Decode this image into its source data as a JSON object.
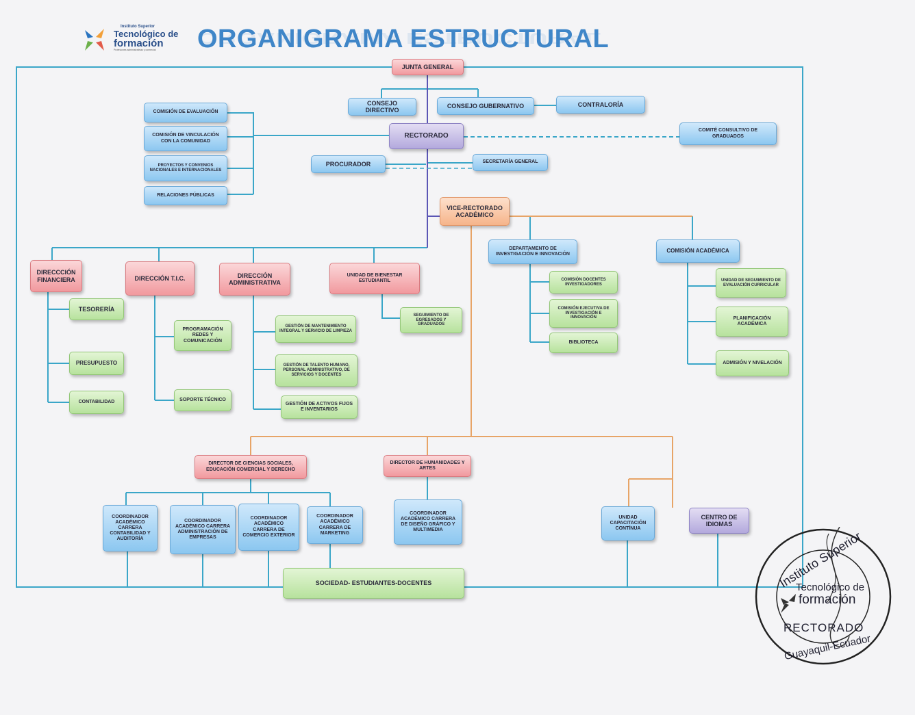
{
  "logo": {
    "line1": "Instituto Superior",
    "line2": "Tecnológico de",
    "line3": "formación",
    "line4": "Profesiones administrativas y comercial"
  },
  "title": "ORGANIGRAMA ESTRUCTURAL",
  "nodes": {
    "junta": "JUNTA GENERAL",
    "consejo_directivo": "CONSEJO DIRECTIVO",
    "consejo_gubernativo": "CONSEJO GUBERNATIVO",
    "contraloria": "CONTRALORÍA",
    "rectorado": "RECTORADO",
    "comite": "COMITÉ CONSULTIVO DE GRADUADOS",
    "procurador": "PROCURADOR",
    "secretaria": "SECRETARÍA GENERAL",
    "comision_evaluacion": "COMISIÓN DE EVALUACIÓN",
    "comision_vinculacion": "COMISIÓN DE VINCULACIÓN CON LA COMUNIDAD",
    "proyectos": "PROYECTOS Y CONVENIOS NACIONALES E INTERNACIONALES",
    "relaciones": "RELACIONES PÚBLICAS",
    "vicerrectorado": "VICE-RECTORADO ACADÉMICO",
    "dir_financiera": "DIRECCCIÓN FINANCIERA",
    "dir_tic": "DIRECCIÓN T.I.C.",
    "dir_administrativa": "DIRECCIÓN ADMINISTRATIVA",
    "bienestar": "UNIDAD DE BIENESTAR ESTUDIANTIL",
    "departamento_inv": "DEPARTAMENTO DE INVESTIGACIÓN E INNOVACIÓN",
    "comision_academica": "COMISIÓN ACADÉMICA",
    "tesoreria": "TESORERÍA",
    "presupuesto": "PRESUPUESTO",
    "contabilidad": "CONTABILIDAD",
    "programacion": "PROGRAMACIÓN REDES Y COMUNICACIÓN",
    "soporte": "SOPORTE TÉCNICO",
    "gestion_mantenimiento": "GESTIÓN DE MANTENIMIENTO INTEGRAL Y SERVICIO DE LIMPIEZA",
    "gestion_talento": "GESTIÓN DE TALENTO HUMANO, PERSONAL ADMINISTRATIVO, DE SERVICIOS Y DOCENTES",
    "gestion_activos": "GESTIÓN DE ACTIVOS FIJOS E INVENTARIOS",
    "seguimiento_egresados": "SEGUIMIENTO DE EGRESADOS Y GRADUADOS",
    "comision_docentes": "COMISIÓN DOCENTES INVESTIGADORES",
    "comision_ejecutiva": "COMISIÓN EJECUTIVA DE INVESTIGACIÓN E INNOVACIÓN",
    "biblioteca": "BIBLIOTECA",
    "unidad_seguimiento": "UNIDAD DE SEGUIMIENTO DE EVALUACIÓN CURRICULAR",
    "planificacion": "PLANIFICACIÓN ACADÉMICA",
    "admision": "ADMISIÓN Y NIVELACIÓN",
    "dir_ciencias": "DIRECTOR DE CIENCIAS SOCIALES, EDUCACIÓN COMERCIAL Y DERECHO",
    "dir_humanidades": "DIRECTOR DE HUMANIDADES Y ARTES",
    "coord_contabilidad": "COORDINADOR ACADÉMICO CARRERA CONTABILIDAD Y AUDITORÍA",
    "coord_administracion": "COORDINADOR ACADÉMICO CARRERA ADMINISTRACIÓN DE EMPRESAS",
    "coord_comercio": "COORDINADOR ACADÉMICO CARRERA DE COMERCIO EXTERIOR",
    "coord_marketing": "COORDINADOR ACADÉMICO CARRERA DE MARKETING",
    "coord_diseno": "COORDINADOR ACADÉMICO CARRERA DE DISEÑO GRÁFICO Y MULTIMEDIA",
    "unidad_capacitacion": "UNIDAD CAPACITACIÓN CONTÍNUA",
    "centro_idiomas": "CENTRO DE IDIOMAS",
    "sociedad": "SOCIEDAD- ESTUDIANTES-DOCENTES"
  },
  "seal": {
    "top": "Instituto Superior",
    "line1": "Tecnológico de",
    "line2": "formación",
    "line3": "RECTORADO",
    "bottom": "Guayaquil-Ecuador"
  },
  "colors": {
    "blue_line": "#3aa6c8",
    "purple_line": "#5b56b5",
    "orange_line": "#e7a467",
    "title": "#3f86c8"
  }
}
